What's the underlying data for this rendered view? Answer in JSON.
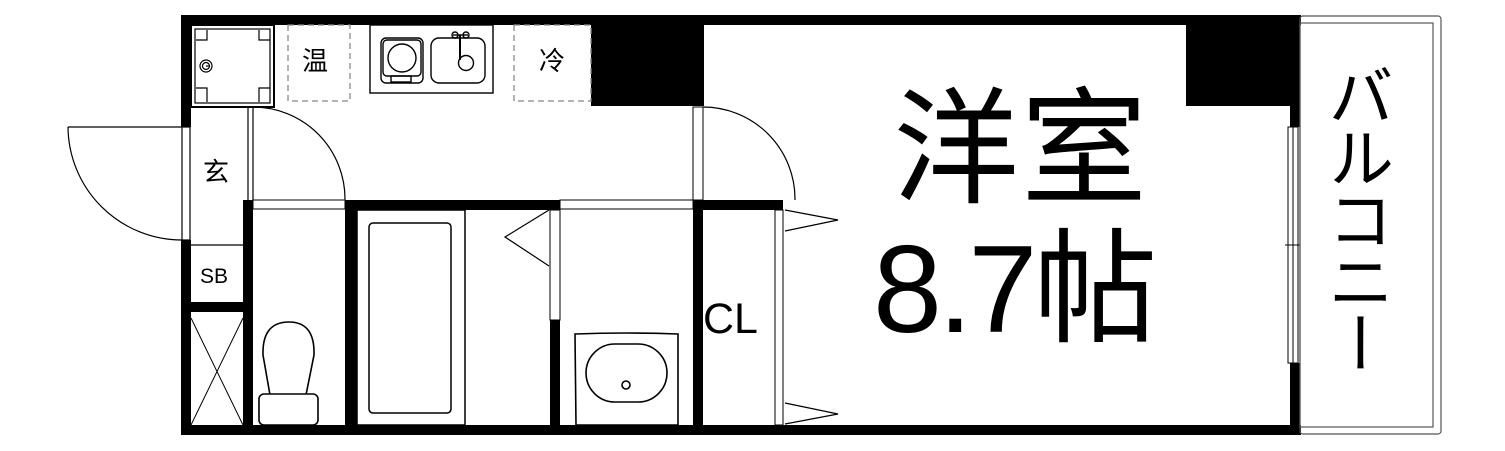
{
  "floor_plan": {
    "rooms": {
      "western_room": {
        "name": "洋室",
        "size": "8.7帖"
      },
      "balcony": {
        "name": "バルコニー"
      },
      "entrance": {
        "name": "玄"
      },
      "shoe_box": {
        "name": "SB"
      },
      "closet": {
        "name": "CL"
      }
    },
    "kitchen": {
      "water_heater_label": "温",
      "fridge_label": "冷"
    },
    "colors": {
      "wall": "#000000",
      "background": "#ffffff",
      "dashed": "#888888"
    }
  }
}
